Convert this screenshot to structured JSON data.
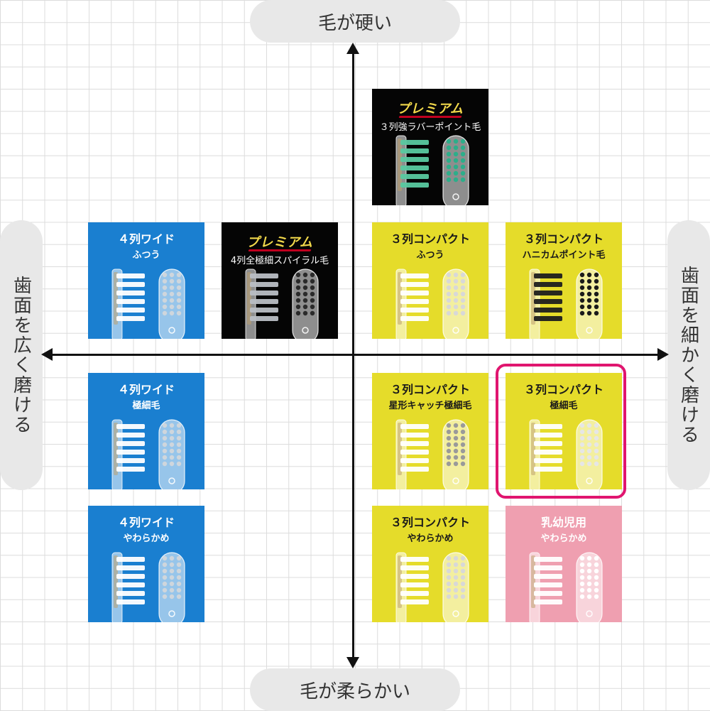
{
  "axes": {
    "top": "毛が硬い",
    "bottom": "毛が柔らかい",
    "left": "歯面を広く磨ける",
    "right": "歯面を細かく磨ける"
  },
  "colors": {
    "blue": "#1a7fd0",
    "yellow": "#e5dc2a",
    "black": "#050505",
    "pink": "#ef9fb0",
    "highlight": "#e0156f"
  },
  "cards": [
    {
      "id": "premium-rubber",
      "theme": "black",
      "badge": "プレミアム",
      "title": "",
      "subtitle": "３列強ラバーポイント毛",
      "bristle": "#58c9a0",
      "dots": "#2cae8a"
    },
    {
      "id": "wide-regular",
      "theme": "blue",
      "badge": "",
      "title": "４列ワイド",
      "subtitle": "ふつう",
      "bristle": "#ffffff",
      "dots": "#cfd6dc"
    },
    {
      "id": "premium-spiral",
      "theme": "black",
      "badge": "プレミアム",
      "title": "",
      "subtitle": "4列全極細スパイラル毛",
      "bristle": "#b9bec4",
      "dots": "#2a2a2a"
    },
    {
      "id": "compact-regular",
      "theme": "yellow",
      "badge": "",
      "title": "３列コンパクト",
      "subtitle": "ふつう",
      "bristle": "#ffffff",
      "dots": "#d8d8d8"
    },
    {
      "id": "compact-honeycomb",
      "theme": "yellow",
      "badge": "",
      "title": "３列コンパクト",
      "subtitle": "ハニカムポイント毛",
      "bristle": "#1e1e1e",
      "dots": "#1a1a1a"
    },
    {
      "id": "wide-superfine",
      "theme": "blue",
      "badge": "",
      "title": "４列ワイド",
      "subtitle": "極細毛",
      "bristle": "#ffffff",
      "dots": "#cfd6dc"
    },
    {
      "id": "compact-star",
      "theme": "yellow",
      "badge": "",
      "title": "３列コンパクト",
      "subtitle": "星形キャッチ極細毛",
      "bristle": "#ffffff",
      "dots": "#9a9a9a"
    },
    {
      "id": "compact-superfine",
      "theme": "yellow",
      "badge": "",
      "title": "３列コンパクト",
      "subtitle": "極細毛",
      "bristle": "#ffffff",
      "dots": "#e6e6e6"
    },
    {
      "id": "wide-soft",
      "theme": "blue",
      "badge": "",
      "title": "４列ワイド",
      "subtitle": "やわらかめ",
      "bristle": "#ffffff",
      "dots": "#cfd6dc"
    },
    {
      "id": "compact-soft",
      "theme": "yellow",
      "badge": "",
      "title": "３列コンパクト",
      "subtitle": "やわらかめ",
      "bristle": "#ffffff",
      "dots": "#d8d8d8"
    },
    {
      "id": "infant-soft",
      "theme": "pink",
      "badge": "",
      "title": "乳幼児用",
      "subtitle": "やわらかめ",
      "bristle": "#ffffff",
      "dots": "#ffffff"
    }
  ]
}
